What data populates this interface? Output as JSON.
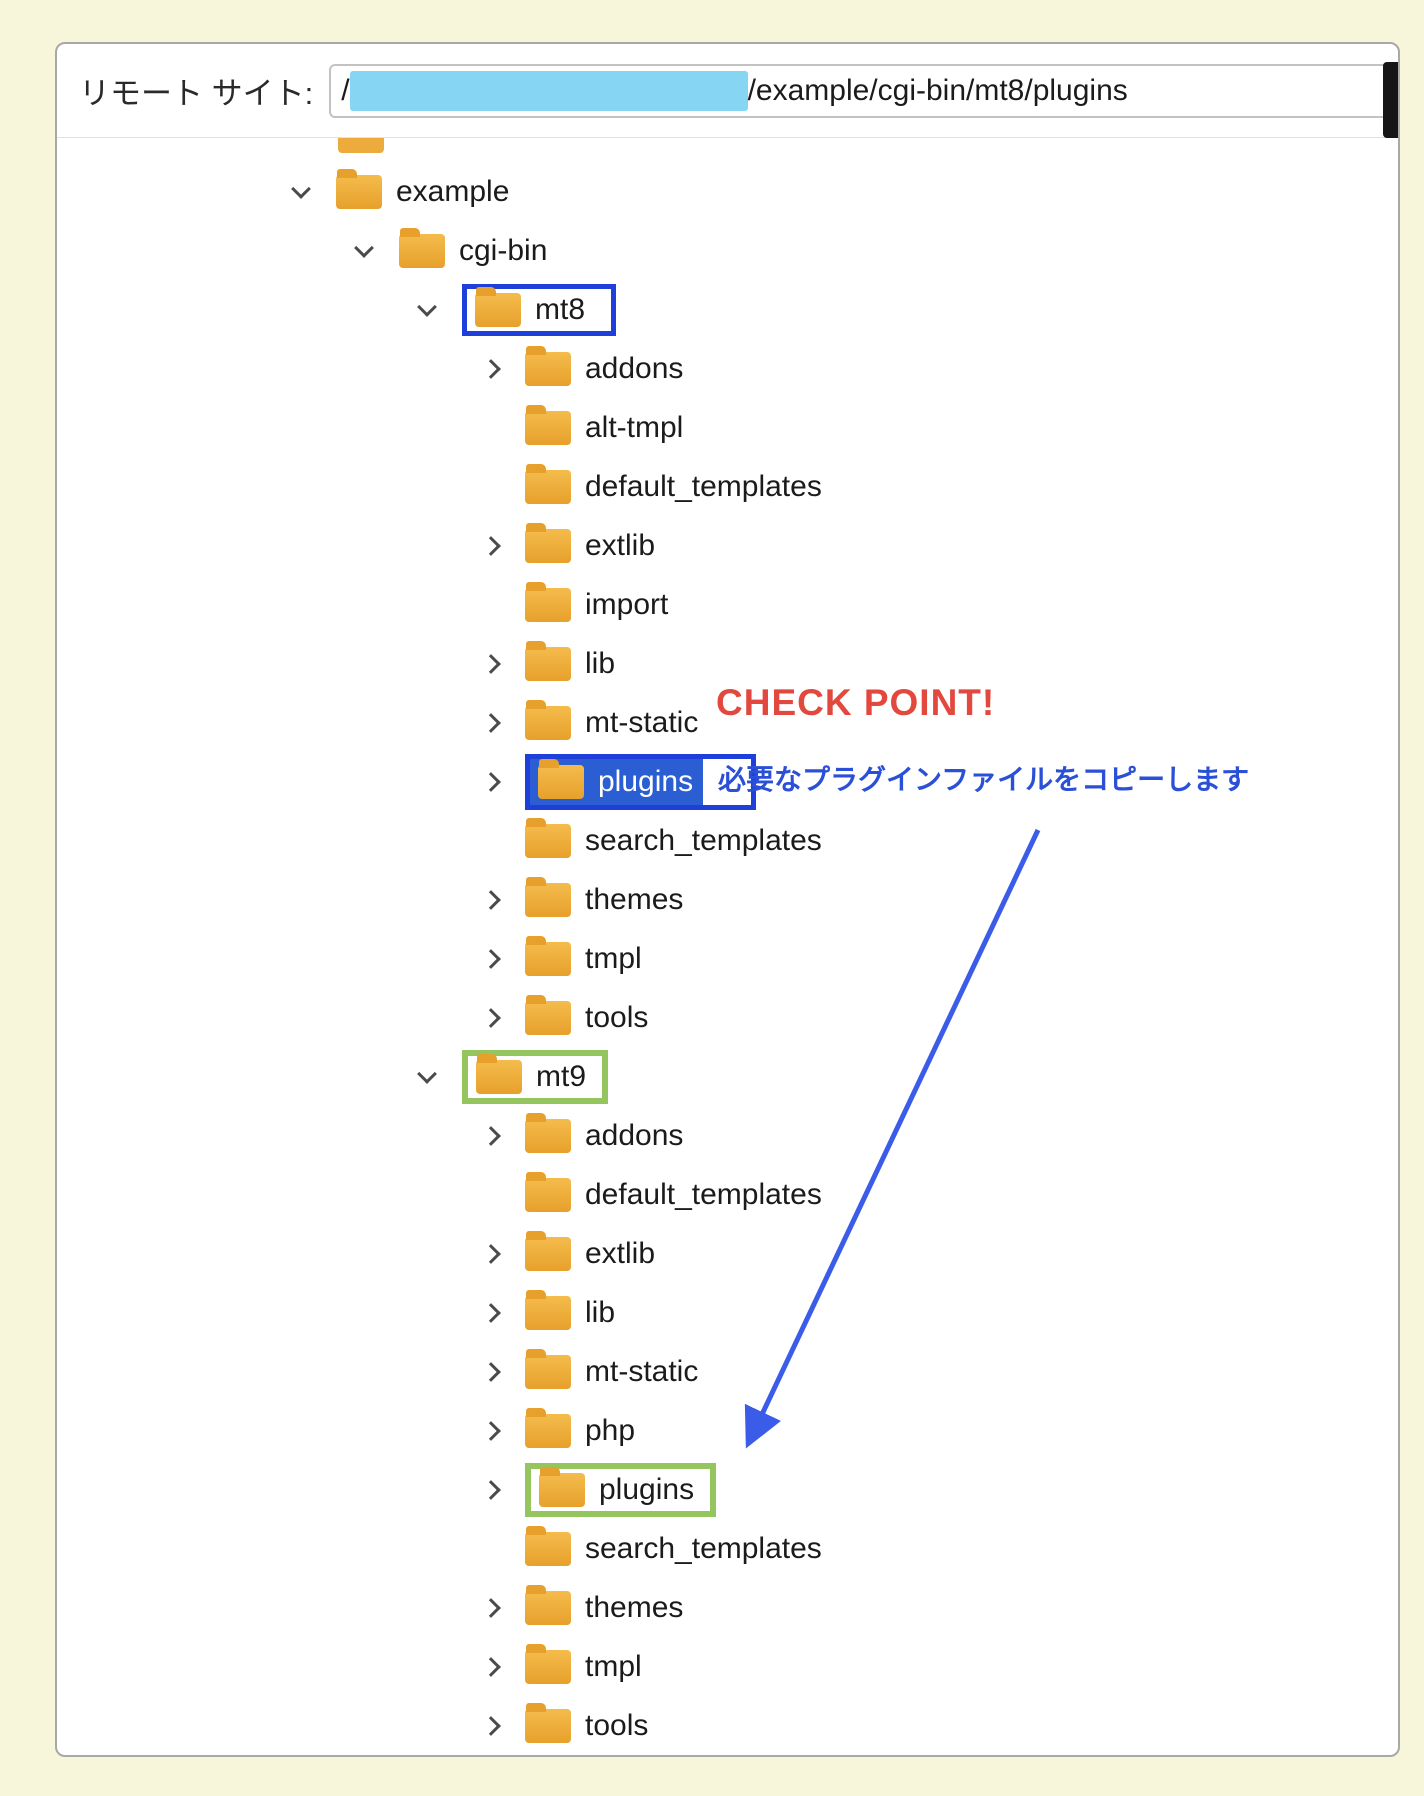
{
  "header": {
    "label": "リモート サイト:",
    "path_prefix": "/",
    "path_suffix": "/example/cgi-bin/mt8/plugins"
  },
  "annotations": {
    "check_point": "CHECK POINT!",
    "note": "必要なプラグインファイルをコピーします"
  },
  "colors": {
    "page_background": "#f8f6da",
    "folder": "#ecab3c",
    "redaction": "#86d5f3",
    "highlight_blue_box": "#1e3fd9",
    "selection_blue": "#2b5ed3",
    "highlight_green_box": "#94c55e",
    "check_point_red": "#e2483d",
    "note_blue": "#2b50d8",
    "arrow_blue": "#3a5ce8"
  },
  "tree": {
    "partial_top_row": true,
    "rows": [
      {
        "label": "example",
        "level": 1,
        "chevron": "down",
        "highlight": null
      },
      {
        "label": "cgi-bin",
        "level": 2,
        "chevron": "down",
        "highlight": null
      },
      {
        "label": "mt8",
        "level": 3,
        "chevron": "down",
        "highlight": "blue"
      },
      {
        "label": "addons",
        "level": 4,
        "chevron": "right",
        "highlight": null
      },
      {
        "label": "alt-tmpl",
        "level": 4,
        "chevron": "none",
        "highlight": null
      },
      {
        "label": "default_templates",
        "level": 4,
        "chevron": "none",
        "highlight": null
      },
      {
        "label": "extlib",
        "level": 4,
        "chevron": "right",
        "highlight": null
      },
      {
        "label": "import",
        "level": 4,
        "chevron": "none",
        "highlight": null
      },
      {
        "label": "lib",
        "level": 4,
        "chevron": "right",
        "highlight": null
      },
      {
        "label": "mt-static",
        "level": 4,
        "chevron": "right",
        "highlight": null
      },
      {
        "label": "plugins",
        "level": 4,
        "chevron": "right",
        "highlight": "blue-sel"
      },
      {
        "label": "search_templates",
        "level": 4,
        "chevron": "none",
        "highlight": null
      },
      {
        "label": "themes",
        "level": 4,
        "chevron": "right",
        "highlight": null
      },
      {
        "label": "tmpl",
        "level": 4,
        "chevron": "right",
        "highlight": null
      },
      {
        "label": "tools",
        "level": 4,
        "chevron": "right",
        "highlight": null
      },
      {
        "label": "mt9",
        "level": 3,
        "chevron": "down",
        "highlight": "green"
      },
      {
        "label": "addons",
        "level": 4,
        "chevron": "right",
        "highlight": null
      },
      {
        "label": "default_templates",
        "level": 4,
        "chevron": "none",
        "highlight": null
      },
      {
        "label": "extlib",
        "level": 4,
        "chevron": "right",
        "highlight": null
      },
      {
        "label": "lib",
        "level": 4,
        "chevron": "right",
        "highlight": null
      },
      {
        "label": "mt-static",
        "level": 4,
        "chevron": "right",
        "highlight": null
      },
      {
        "label": "php",
        "level": 4,
        "chevron": "right",
        "highlight": null
      },
      {
        "label": "plugins",
        "level": 4,
        "chevron": "right",
        "highlight": "green"
      },
      {
        "label": "search_templates",
        "level": 4,
        "chevron": "none",
        "highlight": null
      },
      {
        "label": "themes",
        "level": 4,
        "chevron": "right",
        "highlight": null
      },
      {
        "label": "tmpl",
        "level": 4,
        "chevron": "right",
        "highlight": null
      },
      {
        "label": "tools",
        "level": 4,
        "chevron": "right",
        "highlight": null
      }
    ]
  }
}
